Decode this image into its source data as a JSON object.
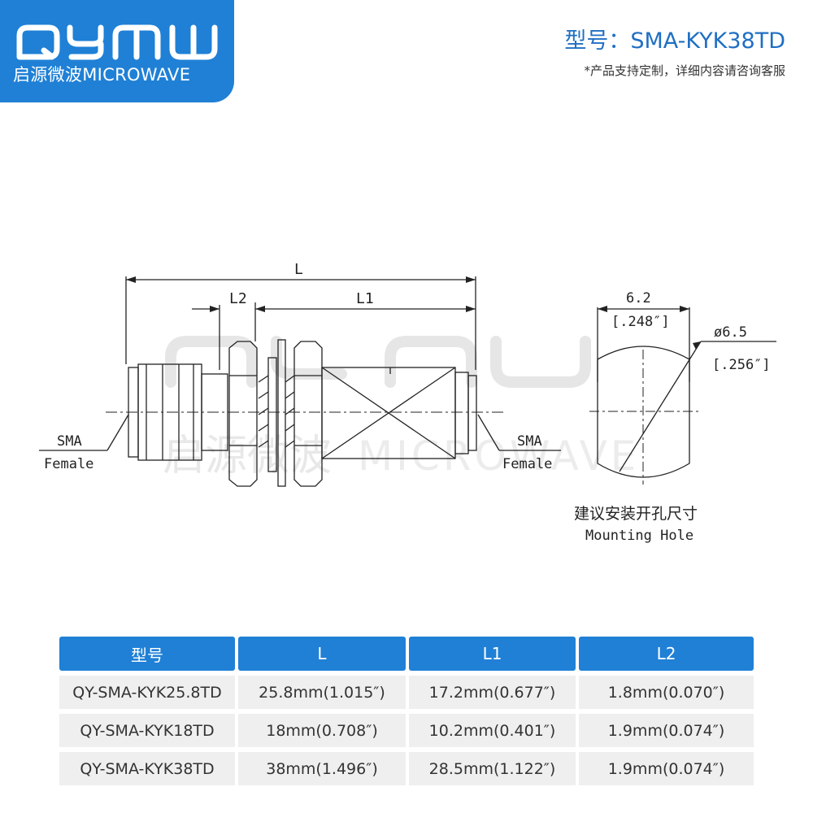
{
  "brand": {
    "logo_letters": "QYMW",
    "subtitle": "启源微波MICROWAVE",
    "color": "#1f80d6"
  },
  "header": {
    "model_title": "型号：SMA-KYK38TD",
    "custom_note": "*产品支持定制，详细内容请咨询客服"
  },
  "drawing": {
    "dim_L": "L",
    "dim_L1": "L1",
    "dim_L2": "L2",
    "left_connector_line1": "SMA",
    "left_connector_line2": "Female",
    "right_connector_line1": "SMA",
    "right_connector_line2": "Female",
    "hole_width": "6.2",
    "hole_width_in": "[.248″]",
    "hole_diameter": "ø6.5",
    "hole_diameter_in": "[.256″]",
    "hole_caption_cn": "建议安装开孔尺寸",
    "hole_caption_en": "Mounting Hole",
    "watermark_cn": "启源微波",
    "watermark_en": "MICROWAVE"
  },
  "table": {
    "headers": [
      "型号",
      "L",
      "L1",
      "L2"
    ],
    "rows": [
      [
        "QY-SMA-KYK25.8TD",
        "25.8mm(1.015″)",
        "17.2mm(0.677″)",
        "1.8mm(0.070″)"
      ],
      [
        "QY-SMA-KYK18TD",
        "18mm(0.708″)",
        "10.2mm(0.401″)",
        "1.9mm(0.074″)"
      ],
      [
        "QY-SMA-KYK38TD",
        "38mm(1.496″)",
        "28.5mm(1.122″)",
        "1.9mm(0.074″)"
      ]
    ]
  }
}
